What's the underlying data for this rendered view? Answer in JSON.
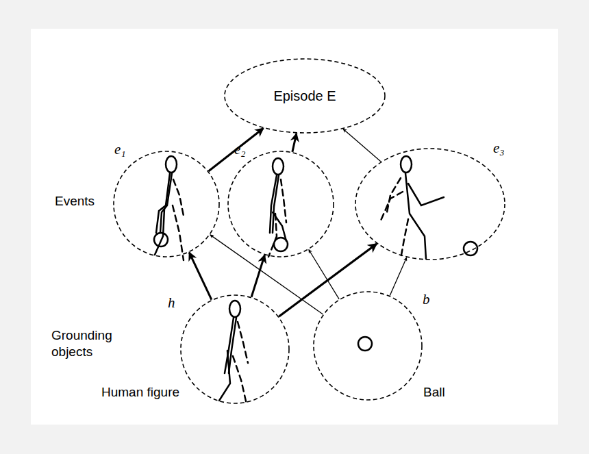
{
  "diagram": {
    "nodes": [
      {
        "text": [
          "Episode E"
        ]
      },
      {
        "text": [
          "e₁"
        ]
      },
      {
        "text": [
          "e₂"
        ]
      },
      {
        "text": [
          "e₃"
        ]
      },
      {
        "text": [
          "h"
        ]
      },
      {
        "text": [
          "b"
        ]
      }
    ],
    "edges": [
      {
        "from": 1,
        "to": 0,
        "arrow": "to"
      },
      {
        "from": 2,
        "to": 0,
        "arrow": "to"
      },
      {
        "from": 3,
        "to": 0,
        "arrow": "to"
      },
      {
        "from": 4,
        "to": 1,
        "arrow": "to"
      },
      {
        "from": 4,
        "to": 2,
        "arrow": "to"
      },
      {
        "from": 4,
        "to": 3,
        "arrow": "to"
      },
      {
        "from": 5,
        "to": 1,
        "arrow": "to"
      },
      {
        "from": 5,
        "to": 2,
        "arrow": "to"
      },
      {
        "from": 5,
        "to": 3,
        "arrow": "to"
      }
    ],
    "labels": [
      "Events",
      "Grounding objects",
      "Human figure",
      "Ball"
    ]
  }
}
